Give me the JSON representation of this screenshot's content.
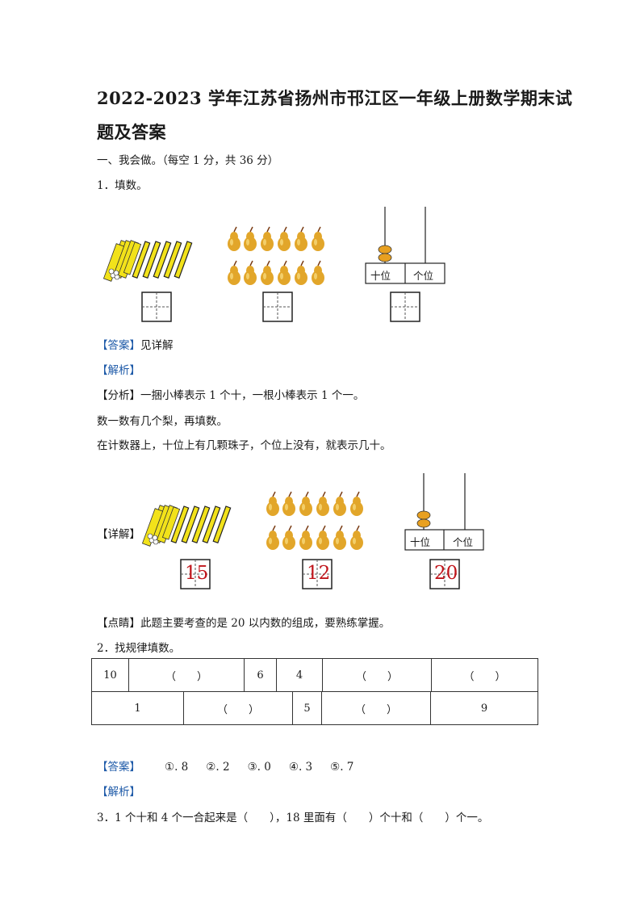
{
  "title": {
    "line1": "2022-2023 学年江苏省扬州市邗江区一年级上册数学期末试",
    "line2": "题及答案"
  },
  "section1": "一、我会做。（每空 1 分，共 36 分）",
  "q1": {
    "label": "1．填数。",
    "abacus_labels": [
      "十位",
      "个位"
    ],
    "answer": {
      "bracket": "【答案】",
      "text": "见详解"
    },
    "analysis": "【解析】",
    "fenxi": {
      "bracket": "【分析】",
      "text": "一捆小棒表示 1 个十，一根小棒表示 1 个一。"
    },
    "line2": "数一数有几个梨，再填数。",
    "line3": "在计数器上，十位上有几颗珠子，个位上没有，就表示几十。",
    "detail": "【详解】",
    "filled": [
      "15",
      "12",
      "20"
    ],
    "dianjing": {
      "bracket": "【点睛】",
      "text": "此题主要考查的是 20 以内数的组成，要熟练掌握。"
    }
  },
  "q2": {
    "label": "2．找规律填数。",
    "row1": [
      "10",
      "（　　）",
      "6",
      "4",
      "（　　）",
      "（　　）"
    ],
    "row2": [
      "1",
      "（　　）",
      "5",
      "（　　）",
      "9"
    ],
    "answer_bracket": "【答案】",
    "answers": [
      "①. 8",
      "②. 2",
      "③. 0",
      "④. 3",
      "⑤. 7"
    ],
    "analysis": "【解析】"
  },
  "q3": {
    "text": "3．1 个十和 4 个一合起来是（　　），18 里面有（　　）个十和（　　）个一。"
  },
  "colors": {
    "bracket": "#1e5aa8",
    "answer_digits": "#c0151b",
    "stick": "#f2e21a",
    "pear": "#e2a62a"
  }
}
